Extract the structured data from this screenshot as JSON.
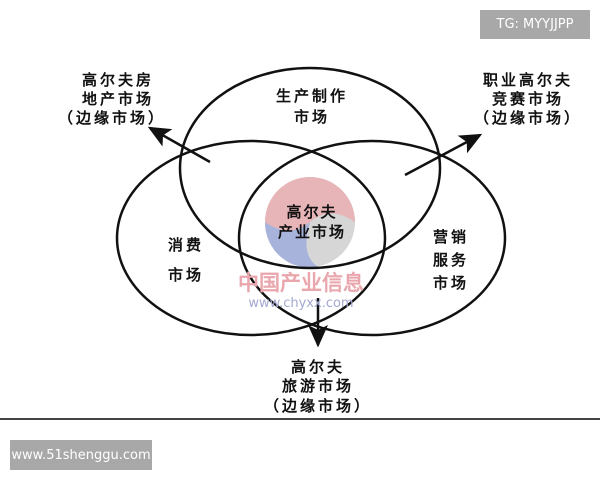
{
  "badges": {
    "top_right": "TG: MYYJJPP",
    "bottom_left": "www.51shenggu.com"
  },
  "diagram": {
    "center": {
      "line1": "高尔夫",
      "line2": "产业市场"
    },
    "top_circle": {
      "line1": "生产制作",
      "line2": "市场"
    },
    "left_circle": {
      "line1": "消费",
      "line2": "市场"
    },
    "right_circle": {
      "line1": "营销",
      "line2": "服务",
      "line3": "市场"
    },
    "edge_top_left": {
      "line1": "高尔夫房",
      "line2": "地产市场",
      "line3": "（边缘市场）"
    },
    "edge_top_right": {
      "line1": "职业高尔夫",
      "line2": "竞赛市场",
      "line3": "（边缘市场）"
    },
    "edge_bottom": {
      "line1": "高尔夫",
      "line2": "旅游市场",
      "line3": "（边缘市场）"
    },
    "watermark": {
      "line1": "中国产业信息",
      "line2": "www.chyxx.com"
    }
  },
  "colors": {
    "badge_bg": "#a8a8a8",
    "logo_red": "#e3a7ab",
    "logo_blue": "#9aa6d6",
    "logo_gray": "#cfcfcf"
  }
}
